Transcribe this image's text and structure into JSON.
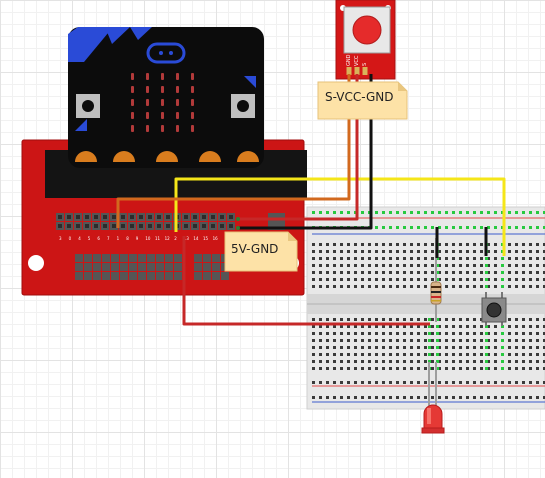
{
  "labels": {
    "button_module_pins": "S-VCC-GND",
    "power_pins": "5V-GND"
  },
  "button_module_silk": [
    "GND",
    "VCC",
    "S"
  ],
  "expansion_pin_labels": [
    "3",
    "0",
    "4",
    "5",
    "6",
    "7",
    "1",
    "8",
    "9",
    "10",
    "11",
    "12",
    "2",
    "13",
    "14",
    "15",
    "16"
  ],
  "colors": {
    "microbit_body": "#0c0c0c",
    "microbit_accent": "#2a4bd7",
    "expansion_board": "#cc1515",
    "button_module": "#d41717",
    "wire_signal_button": "#d2691e",
    "wire_vcc": "#c62828",
    "wire_gnd": "#111111",
    "wire_led_signal": "#f5e619",
    "breadboard": "#e7e7e7",
    "led": "#e53935"
  }
}
